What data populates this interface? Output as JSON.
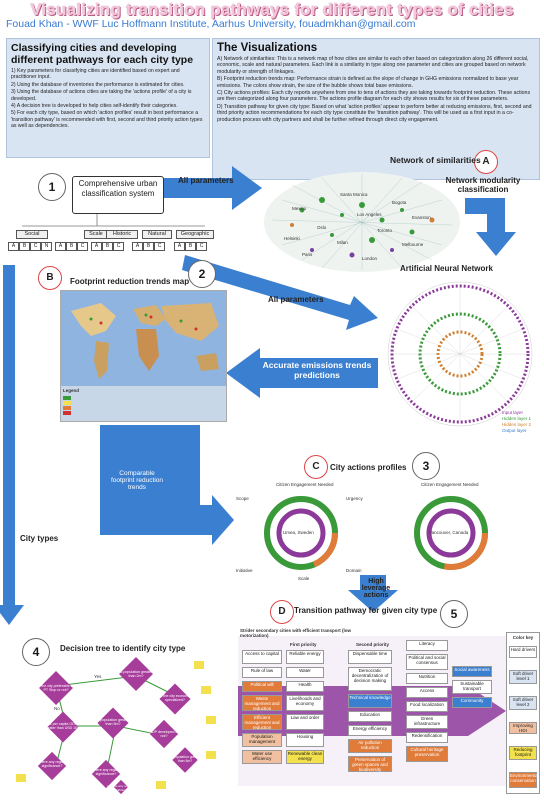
{
  "header": {
    "title": "Visualizing transition pathways for different types of cities",
    "authors": "Fouad Khan - WWF Luc Hoffmann Institute, Aarhus University, fouadmkhan@gmail.com"
  },
  "left_panel": {
    "title": "Classifying cities and developing different pathways for each city type",
    "items": [
      "1) Key parameters for classifying cities are identified based on expert and practitioner input.",
      "2) Using the database of inventories the performance is estimated for cities.",
      "3) Using the database of actions cities are taking the 'actions profile' of a city is developed.",
      "4) A decision tree is developed to help cities self-identify their categories.",
      "5) For each city type, based on which 'action profiles' result in best performance a 'transition pathway' is recommended with first, second and third priority action types as well as dependencies."
    ]
  },
  "right_panel": {
    "title": "The Visualizations",
    "items": [
      "A) Network of similarities: This is a network map of how cities are similar to each other based on categorization along 26 different social, economic, scale and natural parameters. Each link is a similarity in type along one parameter and cities are grouped based on network modularity or strength of linkages.",
      "B) Footprint reduction trends map: Performance strain is defined as the slope of change in GHG emissions normalized to base year emissions. The colors show strain, the size of the bubble shows total base emissions.",
      "C) City actions profiles: Each city reports anywhere from one to tens of actions they are taking towards footprint reduction. These actions are then categorized along four parameters. The actions profile diagram for each city shows results for six of these parameters.",
      "D) Transition pathway for given city type: Based on what 'action profiles' appear to perform better at reducing emissions, first, second and third priority action recommendations for each city type constitute the 'transition pathway'. This will be used as a first input in a co-production process with city partners and shall be further refined through direct city engagement."
    ]
  },
  "flow": {
    "step1_label": "Comprehensive urban classification system",
    "all_parameters_top": "All parameters",
    "network_title": "Network of similarities",
    "network_modularity": "Network modularity classification",
    "ann_title": "Artificial Neural Network",
    "all_parameters_mid": "All parameters",
    "accurate": "Accurate emissions trends predictions",
    "footprint_title": "Footprint reduction trends map",
    "comparable": "Comparable footprint reduction trends",
    "city_actions_title": "City actions profiles",
    "high_leverage": "High leverage actions",
    "city_types": "City types",
    "decision_title": "Decision tree to identify city type",
    "transition_title": "Transition pathway for given city type",
    "badges": [
      "1",
      "2",
      "3",
      "4",
      "5"
    ],
    "letters": [
      "A",
      "B",
      "C",
      "D"
    ]
  },
  "categories": [
    {
      "name": "Social",
      "letters": [
        "A",
        "B",
        "C",
        "N"
      ]
    },
    {
      "name": "Scale",
      "letters": [
        "A",
        "B",
        "C"
      ]
    },
    {
      "name": "Historic",
      "letters": [
        "A",
        "B",
        "C"
      ]
    },
    {
      "name": "Natural",
      "letters": [
        "A",
        "B",
        "C"
      ]
    },
    {
      "name": "Geographic",
      "letters": [
        "A",
        "B",
        "C"
      ]
    }
  ],
  "network_cities": [
    "Santa Monica",
    "Mexico",
    "Los Angeles",
    "Bogota",
    "Oslo",
    "Toronto",
    "Milan",
    "Melbourne",
    "Paris",
    "London",
    "Evanston",
    "Helsinki"
  ],
  "ann_legend": [
    "Input layer",
    "Hidden layer 1",
    "Hidden layer 2",
    "Output layer"
  ],
  "map_legend_title": "Legend",
  "profiles": {
    "left_header": "Citizen Engagement Needed",
    "right_header": "Citizen Engagement Needed",
    "left_city": "Umea, Sweden",
    "right_city": "Vancouver, Canada",
    "axis": [
      "Scope",
      "Urgency",
      "Initiative",
      "Domain",
      "Scale"
    ]
  },
  "transition": {
    "caption": "Strider secondary cities with efficient transport (low motorization)",
    "col1_header": "First priority",
    "col2_header": "Second priority",
    "col3_header": "Third priority",
    "col1": [
      "Access to capital",
      "Rule of law",
      "Political will",
      "Waste management and reduction",
      "Efficient management and reduction",
      "Population management",
      "Water use efficiency"
    ],
    "col1b": [
      "Reliable energy",
      "Water",
      "Health",
      "Livelihoods and economy",
      "Law and order",
      "Housing",
      "Renewable clean energy"
    ],
    "col2": [
      "Dispensable time",
      "Democratic decentralization of decision making",
      "Technical knowledge",
      "Education",
      "Energy efficiency",
      "Air pollution reduction",
      "Preservation of green spaces and biodiversity"
    ],
    "col3": [
      "Literacy",
      "Political and social consensus",
      "Nutrition",
      "Access",
      "Food localization",
      "Green infrastructure",
      "Redensification",
      "Cultural heritage preservation"
    ],
    "col3b": [
      "Social awareness",
      "Sustainable transport",
      "Community"
    ],
    "color_key_title": "Color key",
    "color_key": [
      "Hard drivers",
      "Soft driver level 1",
      "Soft driver level 2",
      "Improving HDI",
      "Reducing footprint",
      "Environmental conservation"
    ]
  },
  "decision": {
    "questions": [
      "Is the city preferable by PT Stop or not?",
      "Is population greater than 2m?",
      "Is the city economy specialized?",
      "Is population greater than 5m?",
      "Is per capita GDP greater than USD 10K?",
      "GDP developed or not?",
      "Is there any regional significance?",
      "Is there any regional significance?",
      "Is population greater than 5m?",
      "Is there any regional significance?"
    ],
    "yes": "Yes",
    "no": "No"
  },
  "colors": {
    "title_pink": "#f4c8dc",
    "blue_arrow": "#3b7fd0",
    "panel_blue": "#d9e4f2",
    "purple": "#8c3a9a",
    "orange": "#e07b39",
    "yellow": "#f2e14c"
  }
}
